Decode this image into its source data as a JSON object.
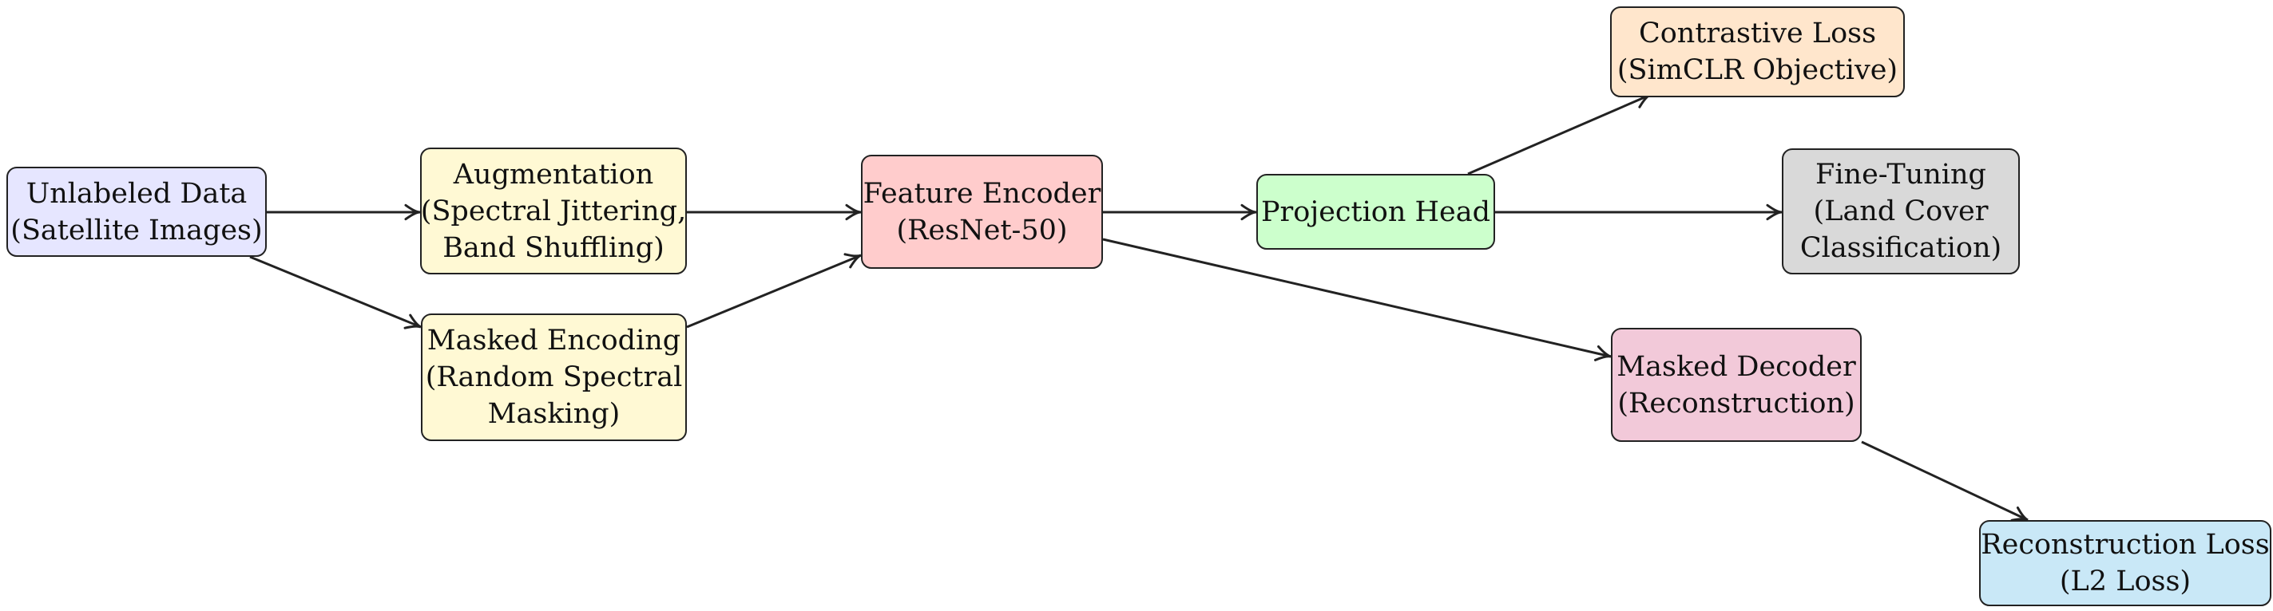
{
  "diagram": {
    "nodes": [
      {
        "id": "unlabeled",
        "lines": [
          "Unlabeled Data",
          "(Satellite Images)"
        ],
        "fill": "#e6e6ff"
      },
      {
        "id": "augmentation",
        "lines": [
          "Augmentation",
          "(Spectral Jittering,",
          "Band Shuffling)"
        ],
        "fill": "#fff9d4"
      },
      {
        "id": "masked-enc",
        "lines": [
          "Masked Encoding",
          "(Random Spectral",
          "Masking)"
        ],
        "fill": "#fff9d4"
      },
      {
        "id": "feature",
        "lines": [
          "Feature Encoder",
          "(ResNet-50)"
        ],
        "fill": "#ffcccc"
      },
      {
        "id": "projection",
        "lines": [
          "Projection Head"
        ],
        "fill": "#ccffcc"
      },
      {
        "id": "contrastive",
        "lines": [
          "Contrastive Loss",
          "(SimCLR Objective)"
        ],
        "fill": "#ffe6cc"
      },
      {
        "id": "finetune",
        "lines": [
          "Fine-Tuning",
          "(Land Cover",
          "Classification)"
        ],
        "fill": "#d9d9d9"
      },
      {
        "id": "masked-dec",
        "lines": [
          "Masked Decoder",
          "(Reconstruction)"
        ],
        "fill": "#f2c9d9"
      },
      {
        "id": "recon-loss",
        "lines": [
          "Reconstruction Loss",
          "(L2 Loss)"
        ],
        "fill": "#c9e8f7"
      }
    ],
    "edges": [
      {
        "from": "unlabeled",
        "to": "augmentation"
      },
      {
        "from": "unlabeled",
        "to": "masked-enc"
      },
      {
        "from": "augmentation",
        "to": "feature"
      },
      {
        "from": "masked-enc",
        "to": "feature"
      },
      {
        "from": "feature",
        "to": "projection"
      },
      {
        "from": "projection",
        "to": "contrastive"
      },
      {
        "from": "projection",
        "to": "finetune"
      },
      {
        "from": "feature",
        "to": "masked-dec"
      },
      {
        "from": "masked-dec",
        "to": "recon-loss"
      }
    ],
    "colors": {
      "stroke": "#222222",
      "text": "#111111"
    }
  }
}
